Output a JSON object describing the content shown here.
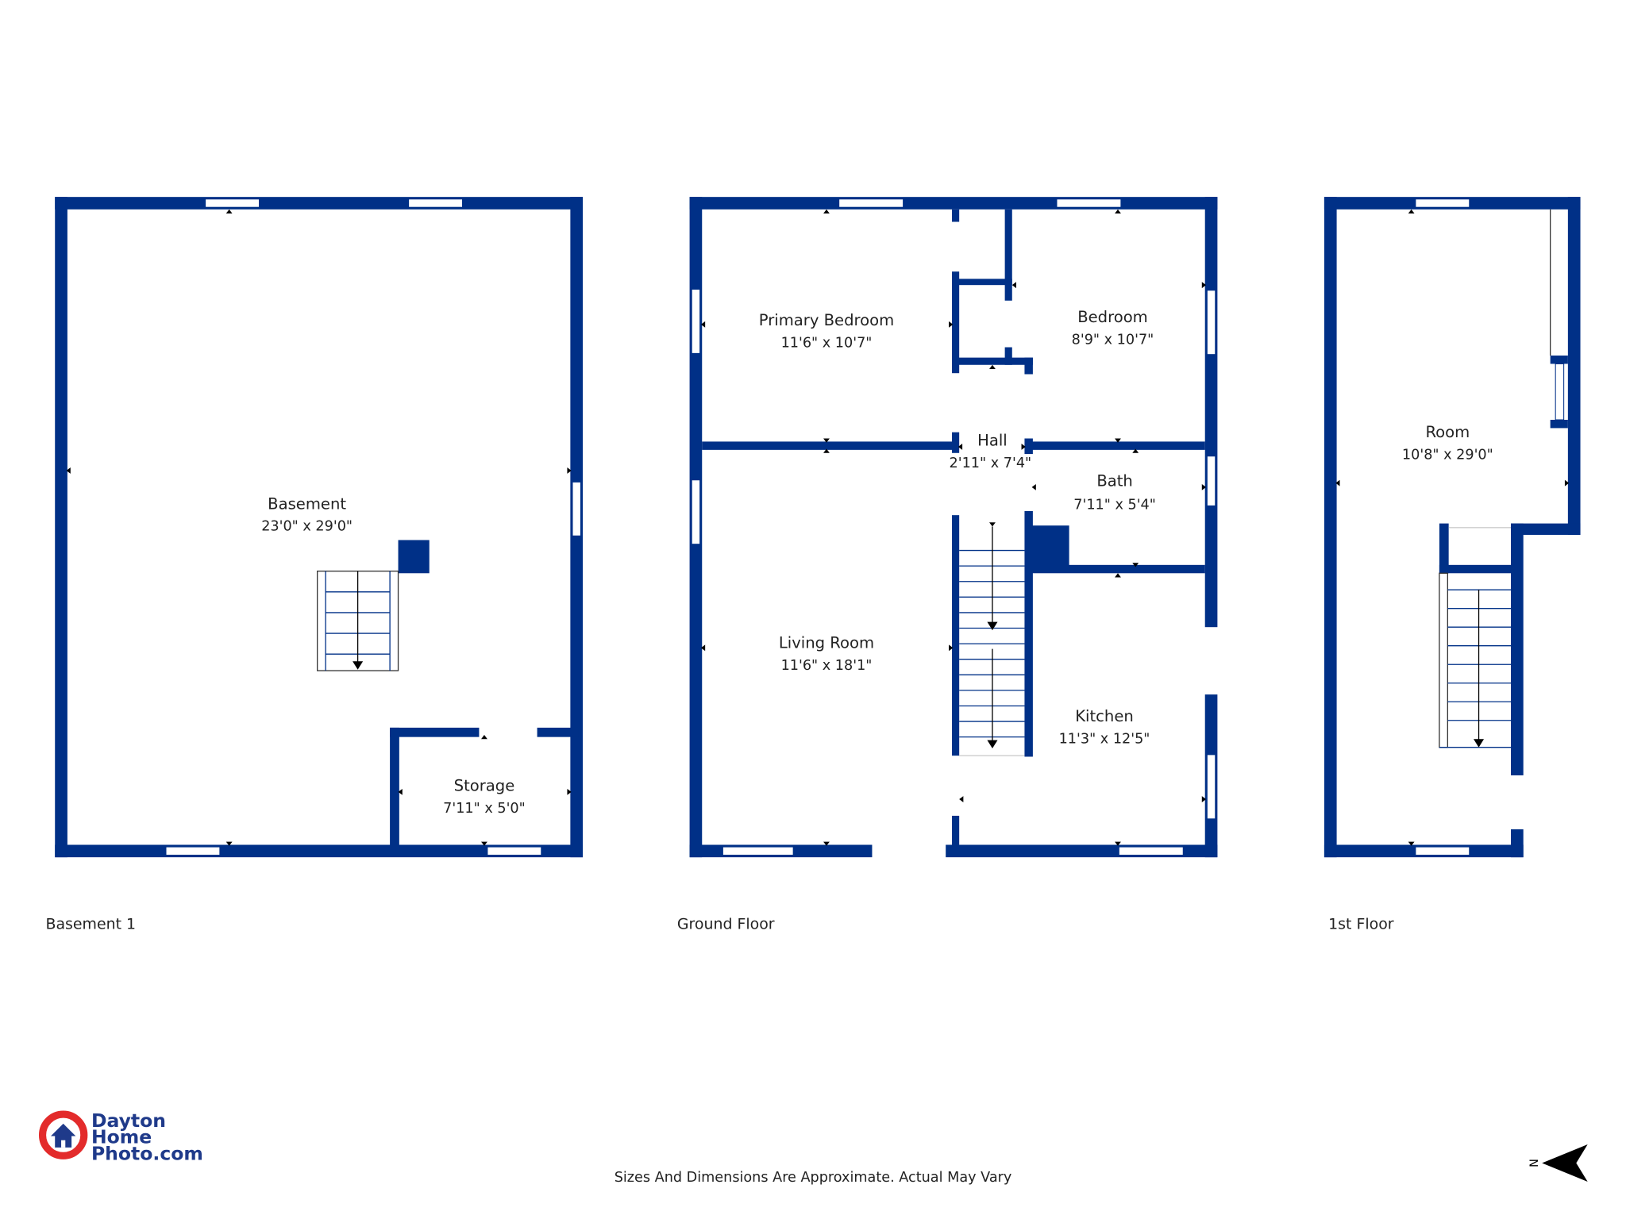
{
  "floors": [
    {
      "label": "Basement 1",
      "rooms": [
        {
          "name": "Basement",
          "dims": "23'0\" x 29'0\""
        },
        {
          "name": "Storage",
          "dims": "7'11\" x 5'0\""
        }
      ]
    },
    {
      "label": "Ground Floor",
      "rooms": [
        {
          "name": "Primary Bedroom",
          "dims": "11'6\" x 10'7\""
        },
        {
          "name": "Bedroom",
          "dims": "8'9\" x 10'7\""
        },
        {
          "name": "Hall",
          "dims": "2'11\" x 7'4\""
        },
        {
          "name": "Bath",
          "dims": "7'11\" x 5'4\""
        },
        {
          "name": "Living Room",
          "dims": "11'6\" x 18'1\""
        },
        {
          "name": "Kitchen",
          "dims": "11'3\" x 12'5\""
        }
      ]
    },
    {
      "label": "1st Floor",
      "rooms": [
        {
          "name": "Room",
          "dims": "10'8\" x 29'0\""
        }
      ]
    }
  ],
  "footer": {
    "disclaimer": "Sizes And Dimensions Are Approximate. Actual May Vary",
    "logo": {
      "line1": "Dayton",
      "line2": "Home",
      "line3": "Photo.com"
    },
    "compass_letter": "N"
  },
  "colors": {
    "wall": "#003087",
    "logo_red": "#e32b2b",
    "logo_blue": "#1f3a8a"
  }
}
